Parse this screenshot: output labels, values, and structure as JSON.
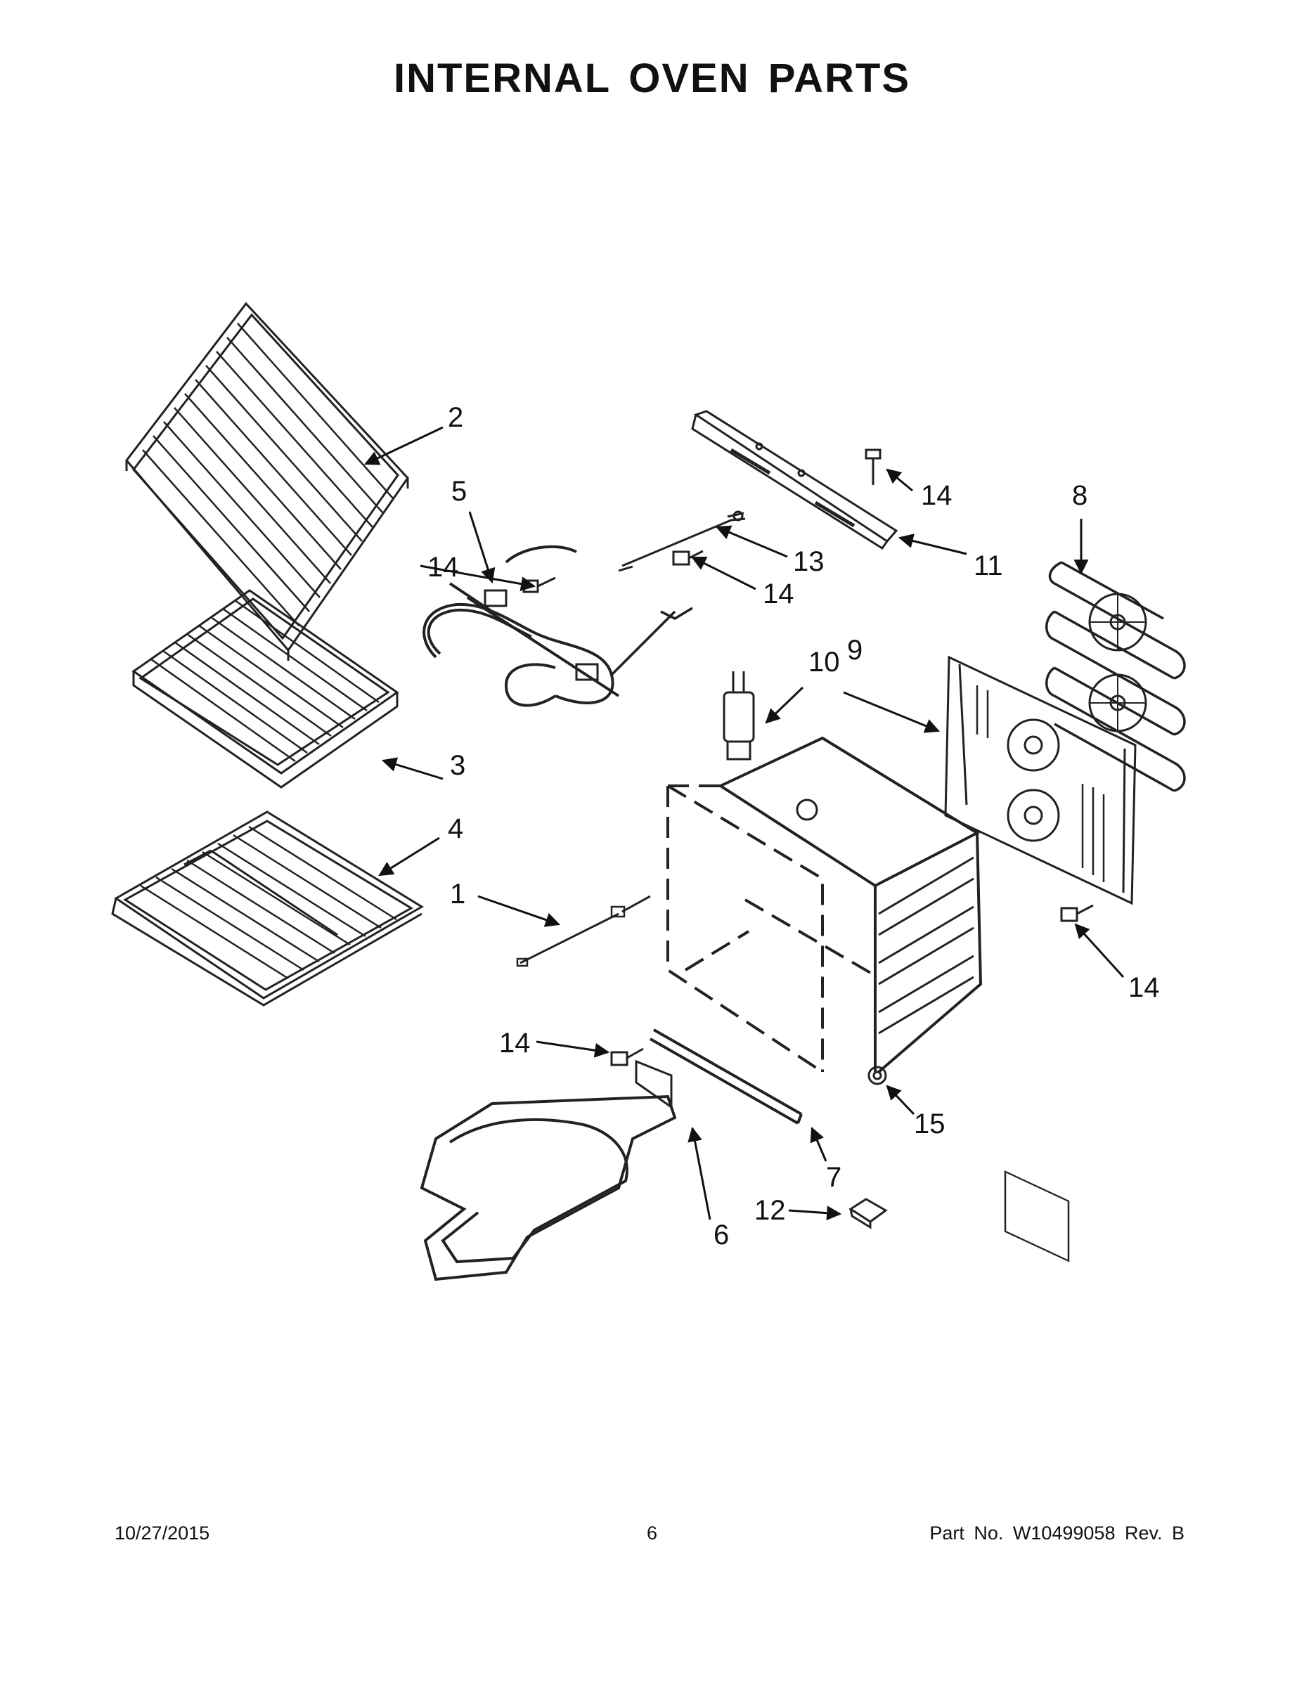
{
  "title": "INTERNAL OVEN PARTS",
  "callouts": {
    "c1": "1",
    "c2": "2",
    "c3": "3",
    "c4": "4",
    "c5": "5",
    "c6": "6",
    "c7": "7",
    "c8": "8",
    "c9": "9",
    "c10": "10",
    "c11": "11",
    "c12": "12",
    "c13": "13",
    "c14a": "14",
    "c14b": "14",
    "c14c": "14",
    "c14d": "14",
    "c14e": "14",
    "c15": "15"
  },
  "footer": {
    "date": "10/27/2015",
    "page": "6",
    "part": "Part No.  W10499058  Rev.  B"
  }
}
